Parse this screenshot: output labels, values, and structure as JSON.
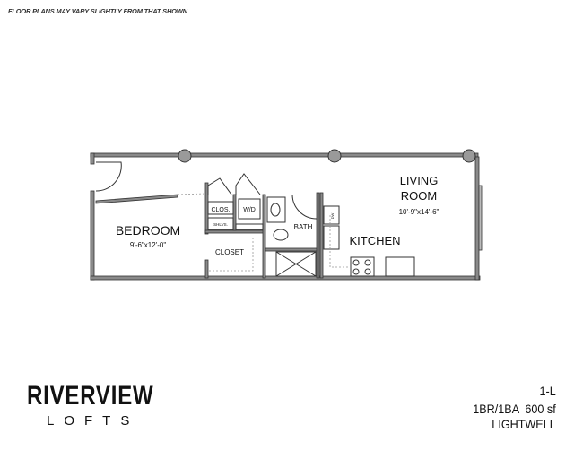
{
  "disclaimer": "FLOOR PLANS MAY VARY SLIGHTLY FROM THAT SHOWN",
  "rooms": {
    "bedroom": {
      "name": "BEDROOM",
      "dims": "9'-6\"x12'-0\""
    },
    "living": {
      "name_line1": "LIVING",
      "name_line2": "ROOM",
      "dims": "10'-9\"x14'-6\""
    },
    "kitchen": {
      "name": "KITCHEN"
    },
    "bath": {
      "name": "BATH"
    },
    "closet": {
      "name": "CLOSET"
    },
    "clos": {
      "name": "CLOS."
    },
    "shelves": {
      "name": "SHLVS."
    },
    "washer_dryer": {
      "name": "W/D"
    },
    "dishwasher": {
      "name": "DW"
    }
  },
  "logo": {
    "line1": "RIVERVIEW",
    "line2": "LOFTS"
  },
  "unit": {
    "code": "1-L",
    "type": "1BR/1BA  600 sf",
    "exposure": "LIGHTWELL"
  },
  "colors": {
    "wall": "#8a8a8a",
    "wall_outline": "#333333",
    "column": "#9a9a9a"
  }
}
